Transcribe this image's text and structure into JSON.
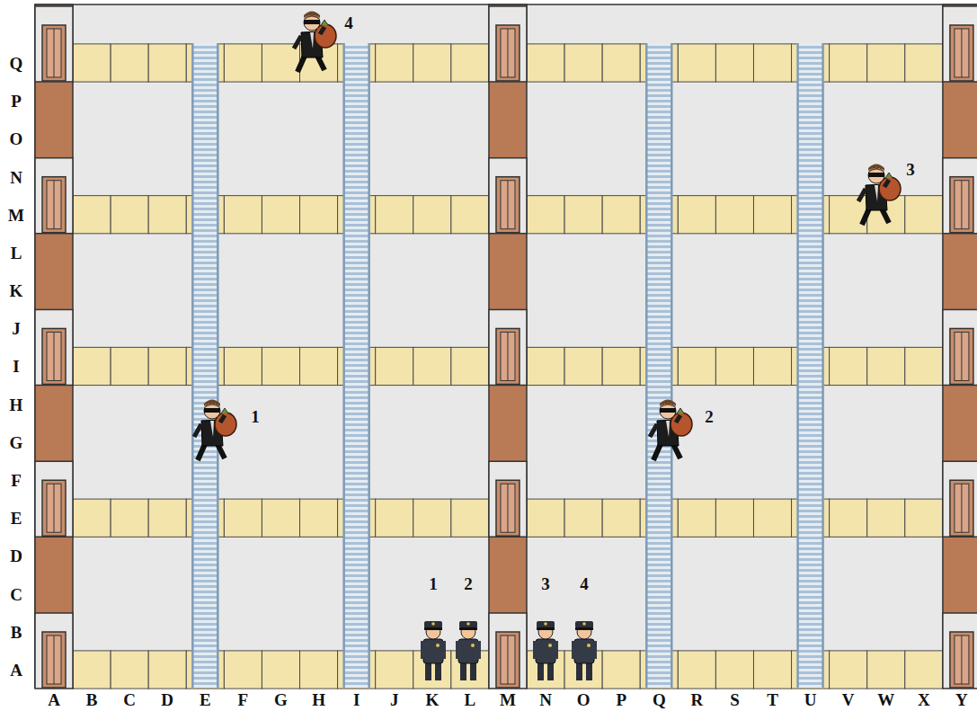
{
  "diagram": {
    "labels": [
      "Q",
      "P",
      "O",
      "N",
      "M",
      "L",
      "K",
      "J",
      "I",
      "H",
      "G",
      "F",
      "E",
      "D",
      "C",
      "B",
      "A",
      "1",
      "2",
      "3",
      "4",
      "1",
      "2",
      "3",
      "4",
      "A",
      "B",
      "C",
      "D",
      "E",
      "F",
      "G",
      "H",
      "I",
      "J",
      "K",
      "L",
      "M",
      "N",
      "O",
      "P",
      "Q",
      "R",
      "S",
      "T",
      "U",
      "V",
      "W",
      "X",
      "Y"
    ]
  }
}
